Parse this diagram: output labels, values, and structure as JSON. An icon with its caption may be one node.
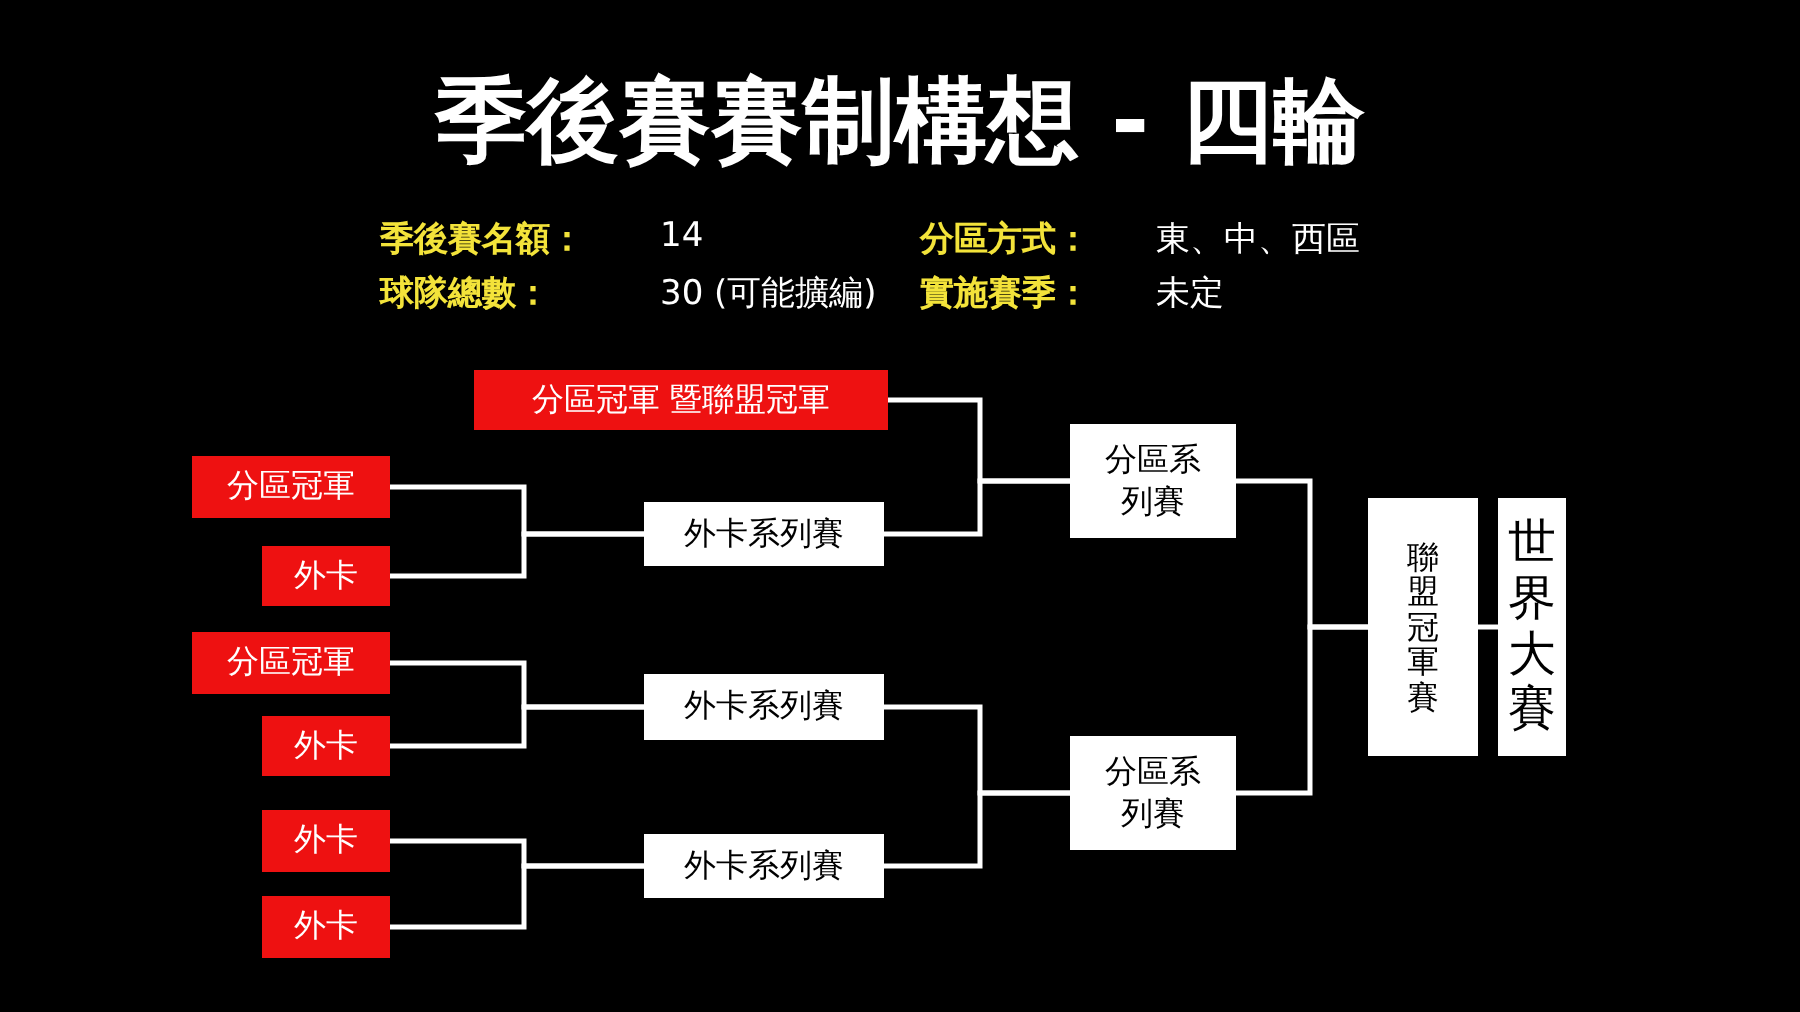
{
  "diagram": {
    "title": "季後賽賽制構想 - 四輪",
    "nodes": [
      {
        "text": [
          "分區冠軍 暨聯盟冠軍"
        ]
      },
      {
        "text": [
          "分區冠軍"
        ]
      },
      {
        "text": [
          "外卡"
        ]
      },
      {
        "text": [
          "分區冠軍"
        ]
      },
      {
        "text": [
          "外卡"
        ]
      },
      {
        "text": [
          "外卡"
        ]
      },
      {
        "text": [
          "外卡"
        ]
      },
      {
        "text": [
          "外卡系列賽"
        ]
      },
      {
        "text": [
          "外卡系列賽"
        ]
      },
      {
        "text": [
          "外卡系列賽"
        ]
      },
      {
        "text": [
          "分區系列賽"
        ]
      },
      {
        "text": [
          "分區系列賽"
        ]
      },
      {
        "text": [
          "聯盟冠軍賽"
        ]
      },
      {
        "text": [
          "世界大賽"
        ]
      }
    ],
    "edges": [
      {
        "from": 1,
        "to": 7,
        "arrow": "none"
      },
      {
        "from": 2,
        "to": 7,
        "arrow": "none"
      },
      {
        "from": 3,
        "to": 8,
        "arrow": "none"
      },
      {
        "from": 4,
        "to": 8,
        "arrow": "none"
      },
      {
        "from": 5,
        "to": 9,
        "arrow": "none"
      },
      {
        "from": 6,
        "to": 9,
        "arrow": "none"
      },
      {
        "from": 0,
        "to": 10,
        "arrow": "none"
      },
      {
        "from": 7,
        "to": 10,
        "arrow": "none"
      },
      {
        "from": 8,
        "to": 11,
        "arrow": "none"
      },
      {
        "from": 9,
        "to": 11,
        "arrow": "none"
      },
      {
        "from": 10,
        "to": 12,
        "arrow": "none"
      },
      {
        "from": 11,
        "to": 12,
        "arrow": "none"
      },
      {
        "from": 12,
        "to": 13,
        "arrow": "none"
      }
    ],
    "labels": [
      "季後賽名額：",
      "14",
      "分區方式：",
      "東、中、西區",
      "球隊總數：",
      "30 (可能擴編)",
      "實施賽季：",
      "未定"
    ]
  }
}
